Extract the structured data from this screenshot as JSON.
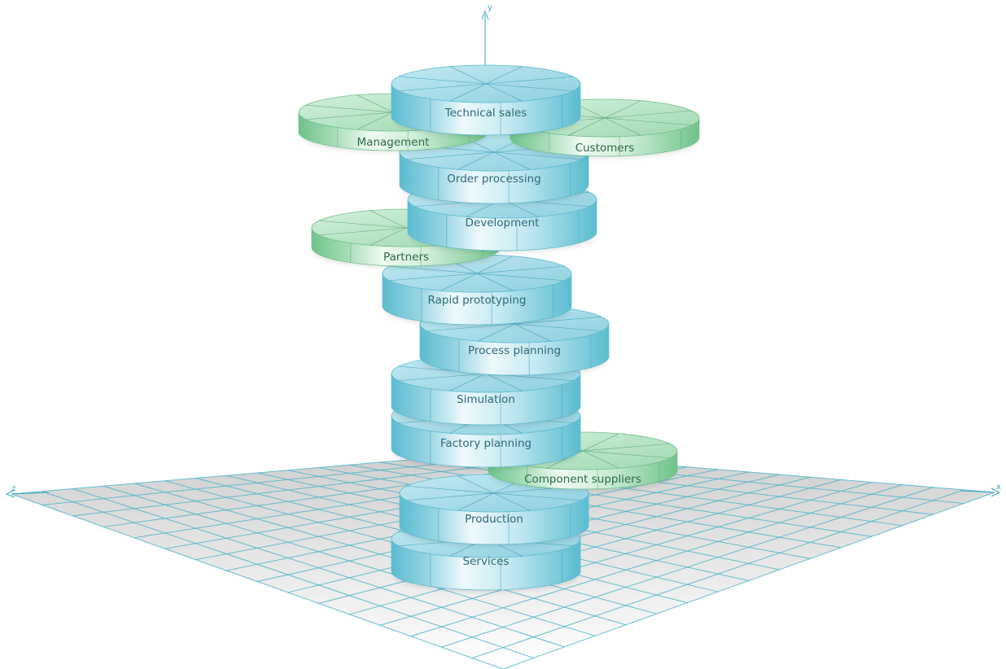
{
  "axes": {
    "x": "x",
    "y": "y",
    "z": "z"
  },
  "colors": {
    "process_top": "#a9dde8",
    "process_side_light": "#e6f6fa",
    "process_side_mid": "#93d3e1",
    "process_side_dark": "#5bbcd0",
    "process_text": "#2e6a78",
    "stakeholder_top": "#b9e6c8",
    "stakeholder_side_light": "#ecf9f0",
    "stakeholder_side_mid": "#a4dcb5",
    "stakeholder_side_dark": "#6fc28a",
    "stakeholder_text": "#2d6a45",
    "grid_line": "#49b4c9",
    "grid_fill": "#d8d8d8"
  },
  "disks": [
    {
      "label": "Services",
      "type": "process"
    },
    {
      "label": "Production",
      "type": "process"
    },
    {
      "label": "Component suppliers",
      "type": "stakeholder"
    },
    {
      "label": "Factory planning",
      "type": "process"
    },
    {
      "label": "Simulation",
      "type": "process"
    },
    {
      "label": "Process planning",
      "type": "process"
    },
    {
      "label": "Rapid prototyping",
      "type": "process"
    },
    {
      "label": "Partners",
      "type": "stakeholder"
    },
    {
      "label": "Development",
      "type": "process"
    },
    {
      "label": "Order processing",
      "type": "process"
    },
    {
      "label": "Customers",
      "type": "stakeholder"
    },
    {
      "label": "Management",
      "type": "stakeholder"
    },
    {
      "label": "Technical sales",
      "type": "process"
    }
  ]
}
